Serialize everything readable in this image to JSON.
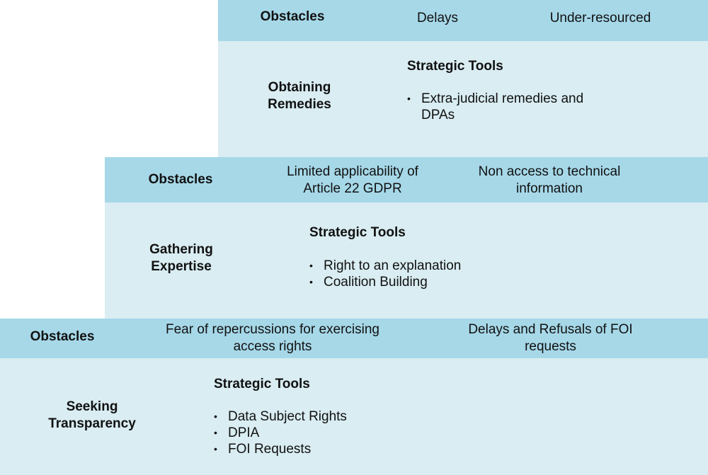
{
  "stages": [
    {
      "name": "Seeking Transparency",
      "obstacles_label": "Obstacles",
      "obstacles": [
        "Fear of repercussions for exercising access rights",
        "Delays and Refusals of FOI requests"
      ],
      "tools_heading": "Strategic Tools",
      "tools": [
        "Data Subject Rights",
        "DPIA",
        "FOI Requests"
      ]
    },
    {
      "name": "Gathering Expertise",
      "obstacles_label": "Obstacles",
      "obstacles": [
        "Limited applicability of Article 22 GDPR",
        "Non access to technical information"
      ],
      "tools_heading": "Strategic Tools",
      "tools": [
        "Right to an explanation",
        "Coalition Building"
      ]
    },
    {
      "name": "Obtaining Remedies",
      "obstacles_label": "Obstacles",
      "obstacles": [
        "Delays",
        "Under-resourced"
      ],
      "tools_heading": "Strategic Tools",
      "tools": [
        "Extra-judicial remedies and DPAs"
      ]
    }
  ],
  "colors": {
    "obstacles_band": "#a6d8e8",
    "tools_area": "#d9edf2",
    "text": "#111111"
  }
}
